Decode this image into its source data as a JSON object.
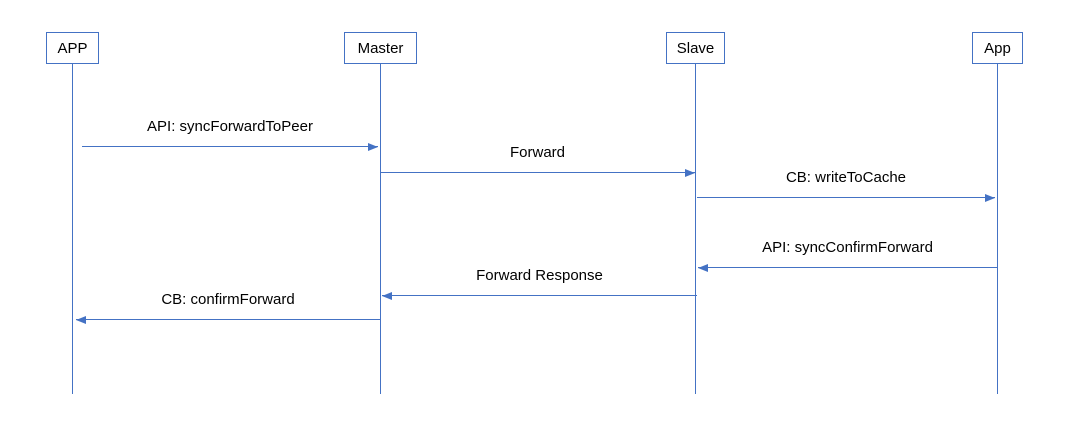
{
  "diagram": {
    "kind": "sequence-diagram",
    "colors": {
      "line": "#4472C4",
      "text": "#000000",
      "background": "#FFFFFF"
    },
    "actors": [
      {
        "name": "APP"
      },
      {
        "name": "Master"
      },
      {
        "name": "Slave"
      },
      {
        "name": "App"
      }
    ],
    "messages": [
      {
        "label": "API: syncForwardToPeer",
        "from": "APP",
        "to": "Master",
        "direction": "right"
      },
      {
        "label": "Forward",
        "from": "Master",
        "to": "Slave",
        "direction": "right"
      },
      {
        "label": "CB: writeToCache",
        "from": "Slave",
        "to": "App",
        "direction": "right"
      },
      {
        "label": "API: syncConfirmForward",
        "from": "App",
        "to": "Slave",
        "direction": "left"
      },
      {
        "label": "Forward Response",
        "from": "Slave",
        "to": "Master",
        "direction": "left"
      },
      {
        "label": "CB: confirmForward",
        "from": "Master",
        "to": "APP",
        "direction": "left"
      }
    ]
  }
}
